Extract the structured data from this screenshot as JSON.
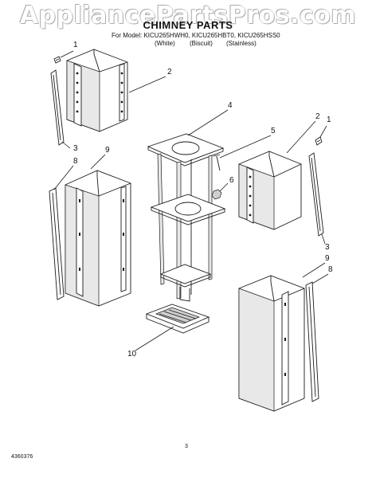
{
  "watermark": "AppliancePartsPros.com",
  "title": "CHIMNEY PARTS",
  "model_line": "For Model: KICU265HWH0, KICU265HBT0, KICU265HSS0",
  "variants": [
    "(White)",
    "(Biscuit)",
    "(Stainless)"
  ],
  "doc_number": "4360376",
  "page_number": "3",
  "callouts": [
    "1",
    "2",
    "3",
    "9",
    "8",
    "4",
    "5",
    "6",
    "2",
    "1",
    "3",
    "9",
    "8",
    "10"
  ]
}
